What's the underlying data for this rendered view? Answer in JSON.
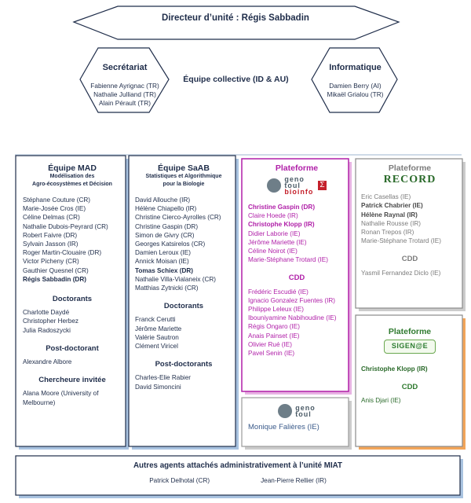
{
  "director": {
    "label": "Directeur d’unité :",
    "name": "Régis Sabbadin"
  },
  "collective": "Équipe collective (ID & AU)",
  "secretariat": {
    "title": "Secrétariat",
    "members": [
      "Fabienne Ayrignac (TR)",
      "Nathalie Julliand (TR)",
      "Alain Pérault (TR)"
    ]
  },
  "informatique": {
    "title": "Informatique",
    "members": [
      "Damien Berry (AI)",
      "Mikaël Grialou (TR)"
    ]
  },
  "mad": {
    "title": "Équipe MAD",
    "subtitle1": "Modélisation des",
    "subtitle2": "Agro-écosystèmes et Décision",
    "members": [
      {
        "name": "Stéphane Couture (CR)",
        "bold": false
      },
      {
        "name": "Marie-Josée Cros (IE)",
        "bold": false
      },
      {
        "name": "Céline Delmas (CR)",
        "bold": false
      },
      {
        "name": "Nathalie Dubois-Peyrard (CR)",
        "bold": false
      },
      {
        "name": "Robert Faivre (DR)",
        "bold": false
      },
      {
        "name": "Sylvain Jasson (IR)",
        "bold": false
      },
      {
        "name": "Roger Martin-Clouaire (DR)",
        "bold": false
      },
      {
        "name": "Victor Picheny (CR)",
        "bold": false
      },
      {
        "name": "Gauthier Quesnel (CR)",
        "bold": false
      },
      {
        "name": "Régis Sabbadin (DR)",
        "bold": true
      }
    ],
    "doctorants_title": "Doctorants",
    "doctorants": [
      "Charlotte Daydé",
      "Christopher Herbez",
      "Julia Radoszycki"
    ],
    "postdoc_title": "Post-doctorant",
    "postdocs": [
      "Alexandre Albore"
    ],
    "guest_title": "Chercheure invitée",
    "guest": [
      "Alana Moore (University of",
      "Melbourne)"
    ]
  },
  "saab": {
    "title": "Équipe SaAB",
    "subtitle1": "Statistiques et Algorithmique",
    "subtitle2": "pour la Biologie",
    "members": [
      {
        "name": "David Allouche (IR)",
        "bold": false
      },
      {
        "name": "Hélène Chiapello (IR)",
        "bold": false
      },
      {
        "name": "Christine Cierco-Ayrolles (CR)",
        "bold": false
      },
      {
        "name": "Christine Gaspin (DR)",
        "bold": false
      },
      {
        "name": "Simon de Givry (CR)",
        "bold": false
      },
      {
        "name": "Georges Katsirelos (CR)",
        "bold": false
      },
      {
        "name": "Damien Leroux (IE)",
        "bold": false
      },
      {
        "name": "Annick Moisan (IE)",
        "bold": false
      },
      {
        "name": "Tomas Schiex (DR)",
        "bold": true
      },
      {
        "name": "Nathalie Villa-Vialaneix (CR)",
        "bold": false
      },
      {
        "name": "Matthias Zytnicki (CR)",
        "bold": false
      }
    ],
    "doctorants_title": "Doctorants",
    "doctorants": [
      "Franck Cerutti",
      "Jérôme Mariette",
      "Valérie Sautron",
      "Clément Viricel"
    ],
    "postdoc_title": "Post-doctorants",
    "postdocs": [
      "Charles-Elie Rabier",
      "David Simoncini"
    ]
  },
  "bioinfo": {
    "title": "Plateforme",
    "logo_word1": "geno",
    "logo_word2": "toul",
    "logo_word3": "bioinfo",
    "logo_sigma": "Σ",
    "members": [
      {
        "name": "Christine Gaspin (DR)",
        "bold": true
      },
      {
        "name": "Claire Hoede (IR)",
        "bold": false
      },
      {
        "name": "Christophe Klopp (IR)",
        "bold": true
      },
      {
        "name": "Didier Laborie (IE)",
        "bold": false
      },
      {
        "name": "Jérôme Mariette (IE)",
        "bold": false
      },
      {
        "name": "Céline Noirot (IE)",
        "bold": false
      },
      {
        "name": "Marie-Stéphane Trotard (IE)",
        "bold": false
      }
    ],
    "cdd_title": "CDD",
    "cdd": [
      "Frédéric Escudié (IE)",
      "Ignacio Gonzalez Fuentes (IR)",
      "Philippe Leleux (IE)",
      "Ibouniyamine Nabihoudine (IE)",
      "Régis Ongaro (IE)",
      "Anais Painset (IE)",
      "Olivier Rué (IE)",
      "Pavel Senin (IE)"
    ]
  },
  "genotoul": {
    "logo_word1": "geno",
    "logo_word2": "toul",
    "member": "Monique Falières (IE)"
  },
  "record": {
    "title": "Plateforme",
    "logo": "RECORD",
    "members": [
      {
        "name": "Eric Casellas (IE)",
        "bold": false
      },
      {
        "name": "Patrick Chabrier (IE)",
        "bold": true
      },
      {
        "name": "Hélène Raynal (IR)",
        "bold": true
      },
      {
        "name": "Nathalie Rousse (IR)",
        "bold": false
      },
      {
        "name": "Ronan Trepos (IR)",
        "bold": false
      },
      {
        "name": "Marie-Stéphane Trotard (IE)",
        "bold": false
      }
    ],
    "cdd_title": "CDD",
    "cdd": [
      "Yasmil Fernandez Diclo (IE)"
    ]
  },
  "sigenae": {
    "title": "Plateforme",
    "logo": "SIGEN@E",
    "members": [
      "Christophe Klopp (IR)"
    ],
    "cdd_title": "CDD",
    "cdd": [
      "Anis Djari (IE)"
    ]
  },
  "others": {
    "title": "Autres agents attachés administrativement à l’unité MIAT",
    "names": [
      "Patrick Delhotal (CR)",
      "Jean-Pierre Rellier (IR)"
    ]
  },
  "colors": {
    "navy": "#1f2d4a",
    "purple": "#b01fa8",
    "orange": "#f2a55a",
    "grey": "#7c7c7c",
    "blue_shadow": "#a9c3e0"
  }
}
